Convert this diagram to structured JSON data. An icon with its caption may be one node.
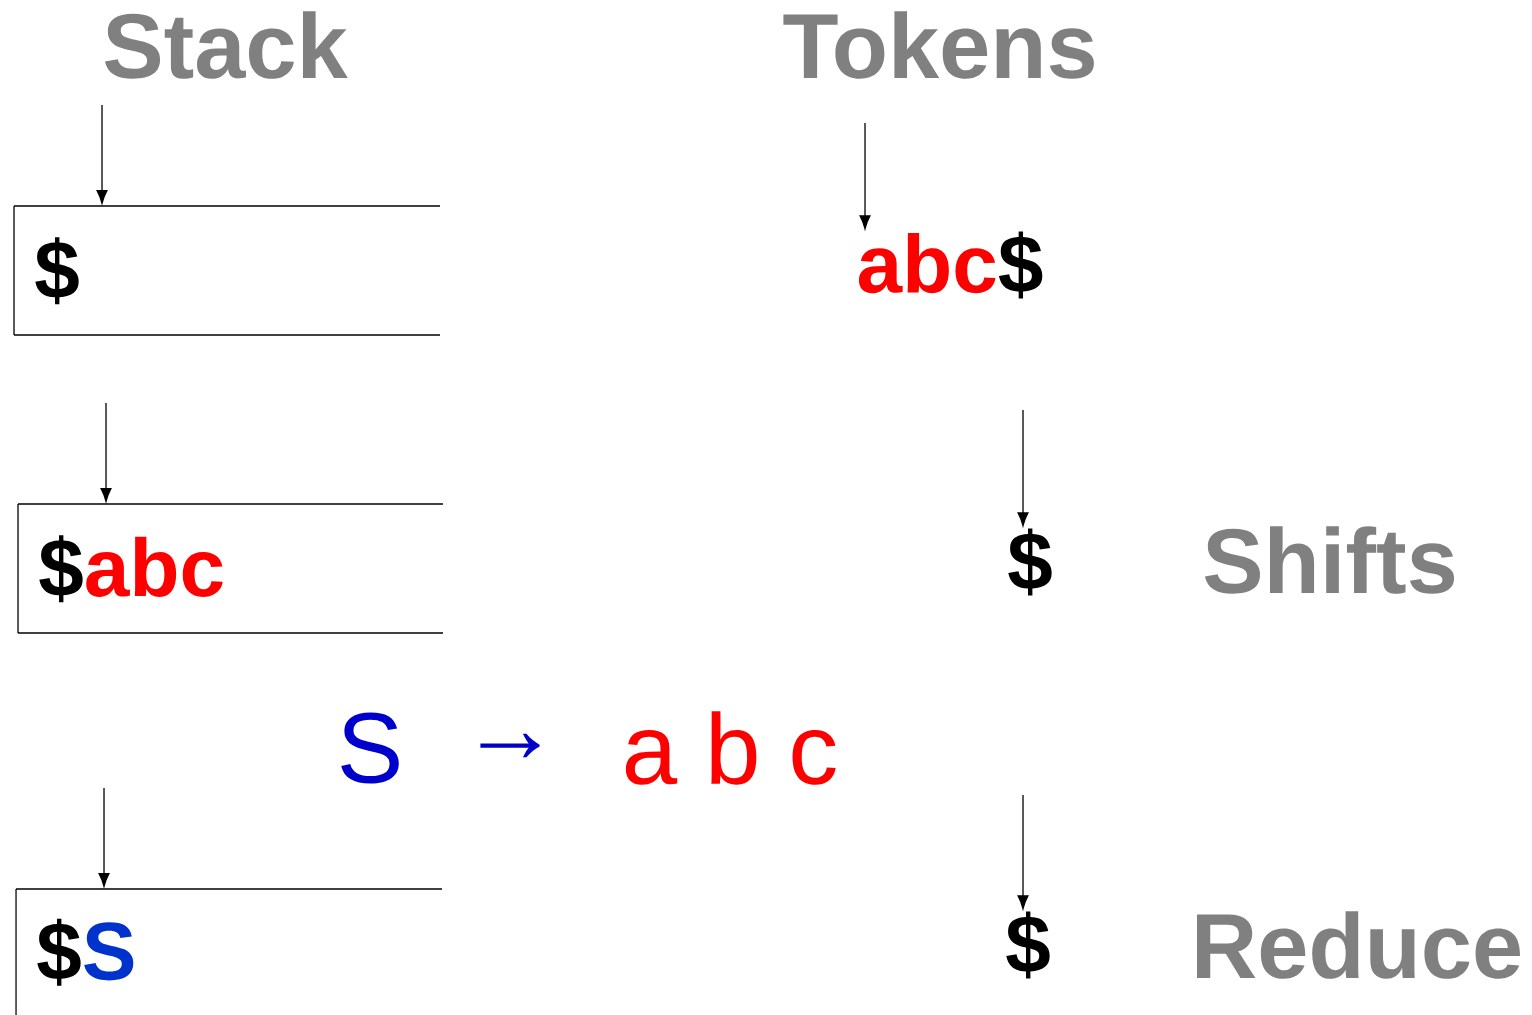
{
  "diagram": {
    "nodes": [
      {
        "text": [
          "$"
        ]
      },
      {
        "text": [
          "$",
          "abc"
        ]
      },
      {
        "text": [
          "$",
          "S"
        ]
      },
      {
        "text": [
          "abc",
          "$"
        ]
      },
      {
        "text": [
          "$"
        ]
      },
      {
        "text": [
          "$"
        ]
      }
    ],
    "edges": [
      {
        "from": null,
        "to": 0,
        "arrow": "to"
      },
      {
        "from": null,
        "to": 1,
        "arrow": "to"
      },
      {
        "from": null,
        "to": 2,
        "arrow": "to"
      },
      {
        "from": null,
        "to": 3,
        "arrow": "to"
      },
      {
        "from": null,
        "to": 4,
        "arrow": "to"
      },
      {
        "from": null,
        "to": 5,
        "arrow": "to"
      }
    ],
    "labels": [
      "Stack",
      "Tokens",
      "Shifts",
      "S",
      "→",
      "a b c",
      "Reduce"
    ]
  }
}
